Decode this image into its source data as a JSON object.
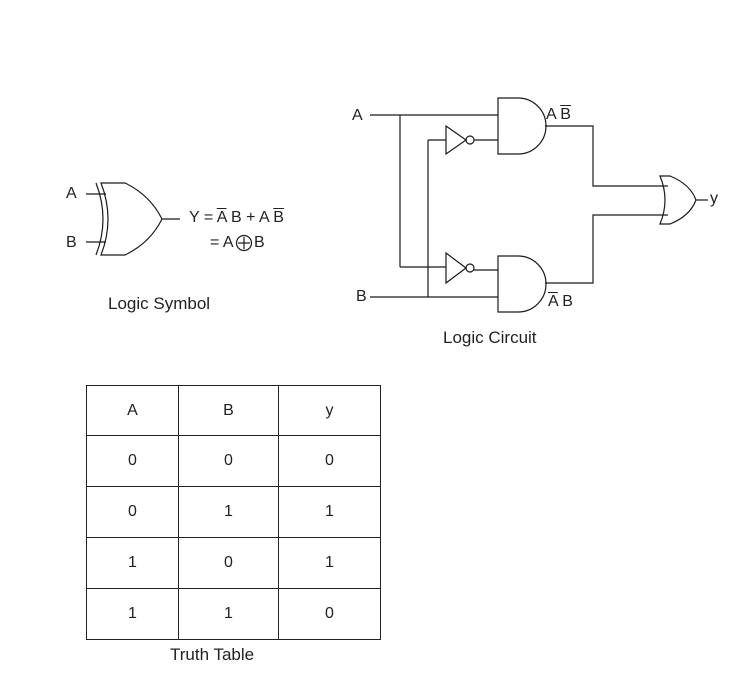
{
  "symbol": {
    "input_a": "A",
    "input_b": "B",
    "eq_prefix": "Y =",
    "eq_term1_a": "A",
    "eq_term1_b": "B",
    "eq_plus": "+",
    "eq_term2_a": "A",
    "eq_term2_b": "B",
    "eq2_prefix": "= A",
    "eq2_suffix": "B",
    "caption": "Logic Symbol"
  },
  "circuit": {
    "input_a": "A",
    "input_b": "B",
    "top_gate_a": "A",
    "top_gate_b": "B",
    "bottom_gate_a": "A",
    "bottom_gate_b": "B",
    "output": "y",
    "caption": "Logic Circuit"
  },
  "truth_table": {
    "headers": [
      "A",
      "B",
      "y"
    ],
    "rows": [
      [
        "0",
        "0",
        "0"
      ],
      [
        "0",
        "1",
        "1"
      ],
      [
        "1",
        "0",
        "1"
      ],
      [
        "1",
        "1",
        "0"
      ]
    ],
    "caption": "Truth Table"
  }
}
